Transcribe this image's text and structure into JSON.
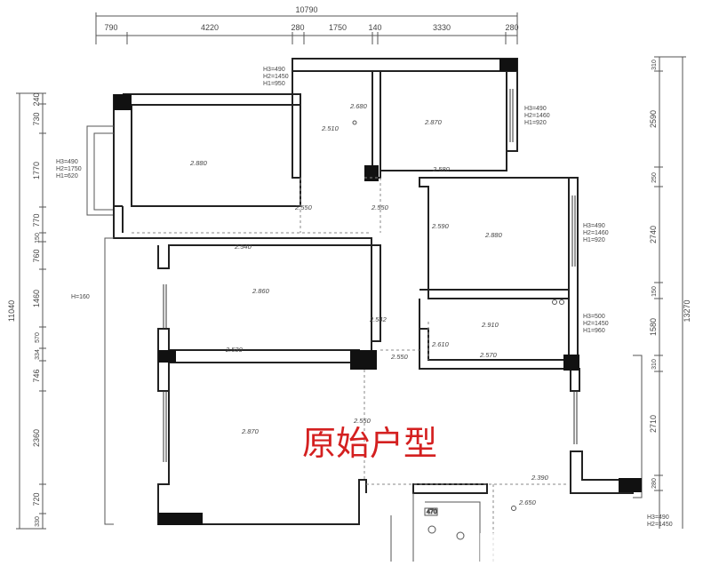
{
  "title": "原始户型",
  "dims_top": {
    "total": "10790",
    "segments": [
      "790",
      "4220",
      "280",
      "1750",
      "140",
      "3330",
      "280"
    ]
  },
  "dims_left": {
    "total": "11040",
    "segments": [
      "240",
      "730",
      "1770",
      "770",
      "150",
      "760",
      "1460",
      "570",
      "334",
      "746",
      "2360",
      "720",
      "330"
    ]
  },
  "dims_right": {
    "total": "13270",
    "segments": [
      "310",
      "2590",
      "250",
      "2740",
      "150",
      "1580",
      "310",
      "2710",
      "280"
    ]
  },
  "elevations": [
    "2.680",
    "2.870",
    "2.510",
    "2.880",
    "2.580",
    "2.550",
    "2.550",
    "2.590",
    "2.880",
    "2.540",
    "2.860",
    "2.542",
    "2.910",
    "2.610",
    "2.530",
    "2.550",
    "2.570",
    "2.870",
    "2.550",
    "2.390",
    "2.650"
  ],
  "window_notes": [
    [
      "H3=490",
      "H2=1450",
      "H1=950"
    ],
    [
      "H3=490",
      "H2=1460",
      "H1=920"
    ],
    [
      "H3=490",
      "H2=1750",
      "H1=620"
    ],
    [
      "H3=490",
      "H2=1460",
      "H1=920"
    ],
    [
      "H3=500",
      "H2=1450",
      "H1=960"
    ],
    [
      "H3=490",
      "H2=1450"
    ]
  ],
  "notes": {
    "h_label": "H=160",
    "meter_label": "470"
  }
}
